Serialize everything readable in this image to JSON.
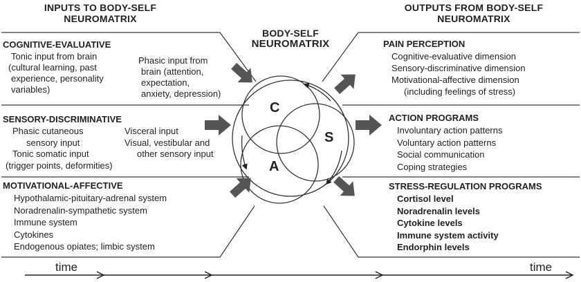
{
  "inputs": {
    "title_line1": "INPUTS TO BODY-SELF",
    "title_line2": "NEUROMATRIX",
    "cognitive": {
      "heading": "COGNITIVE-EVALUATIVE",
      "tonic": [
        "Tonic input from brain",
        "(cultural learning, past",
        "experience, personality",
        "variables)"
      ],
      "phasic": [
        "Phasic input from",
        "brain (attention,",
        "expectation,",
        "anxiety, depression)"
      ]
    },
    "sensory": {
      "heading": "SENSORY-DISCRIMINATIVE",
      "left": [
        "Phasic cutaneous",
        "sensory input",
        "Tonic somatic input",
        "(trigger points, deformities)"
      ],
      "right": [
        "Visceral input",
        "Visual, vestibular and",
        "other sensory input"
      ]
    },
    "motivational": {
      "heading": "MOTIVATIONAL-AFFECTIVE",
      "items": [
        "Hypothalamic-pituitary-adrenal system",
        "Noradrenalin-sympathetic system",
        "Immune system",
        "Cytokines",
        "Endogenous opiates; limbic system"
      ]
    }
  },
  "center": {
    "title_line1": "BODY-SELF",
    "title_line2": "NEUROMATRIX",
    "circle_labels": [
      "C",
      "S",
      "A"
    ]
  },
  "outputs": {
    "title_line1": "OUTPUTS FROM BODY-SELF",
    "title_line2": "NEUROMATRIX",
    "pain": {
      "heading": "PAIN PERCEPTION",
      "items": [
        "Cognitive-evaluative dimension",
        "Sensory-discriminative dimension",
        "Motivational-affective dimension",
        "(including feelings of stress)"
      ]
    },
    "action": {
      "heading": "ACTION PROGRAMS",
      "items": [
        "Involuntary action patterns",
        "Voluntary action patterns",
        "Social communication",
        "Coping strategies"
      ]
    },
    "stress": {
      "heading": "STRESS-REGULATION PROGRAMS",
      "items": [
        "Cortisol level",
        "Noradrenalin levels",
        "Cytokine levels",
        "Immune system activity",
        "Endorphin levels"
      ]
    }
  },
  "time_axis": {
    "left_label": "time",
    "right_label": "time"
  },
  "colors": {
    "ink": "#222222",
    "arrow_fill": "#555555"
  }
}
